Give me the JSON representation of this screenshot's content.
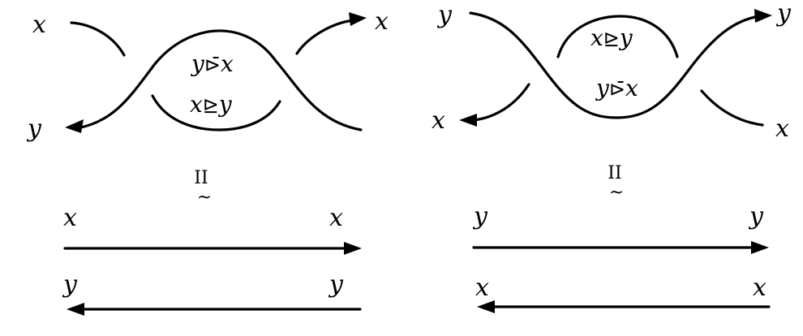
{
  "left": {
    "labels": {
      "top_left": "x",
      "top_right": "x",
      "bottom_left": "y",
      "bottom_right_move_top": "x",
      "line1_left": "x",
      "line1_right": "x",
      "line2_left": "y",
      "line2_right": "y"
    },
    "region_upper": {
      "a": "y",
      "op": "⊳̄",
      "b": "x"
    },
    "region_lower": {
      "a": "x",
      "op": "⊵",
      "b": "y"
    },
    "move": "II",
    "equiv": "~"
  },
  "right": {
    "labels": {
      "top_left": "y",
      "top_right": "y",
      "bottom_left": "x",
      "bottom_right": "x",
      "line1_left": "y",
      "line1_right": "y",
      "line2_left": "x",
      "line2_right": "x"
    },
    "region_upper": {
      "a": "x",
      "op": "⊵",
      "b": "y"
    },
    "region_lower": {
      "a": "y",
      "op": "⊳̄",
      "b": "x"
    },
    "move": "II",
    "equiv": "~"
  }
}
